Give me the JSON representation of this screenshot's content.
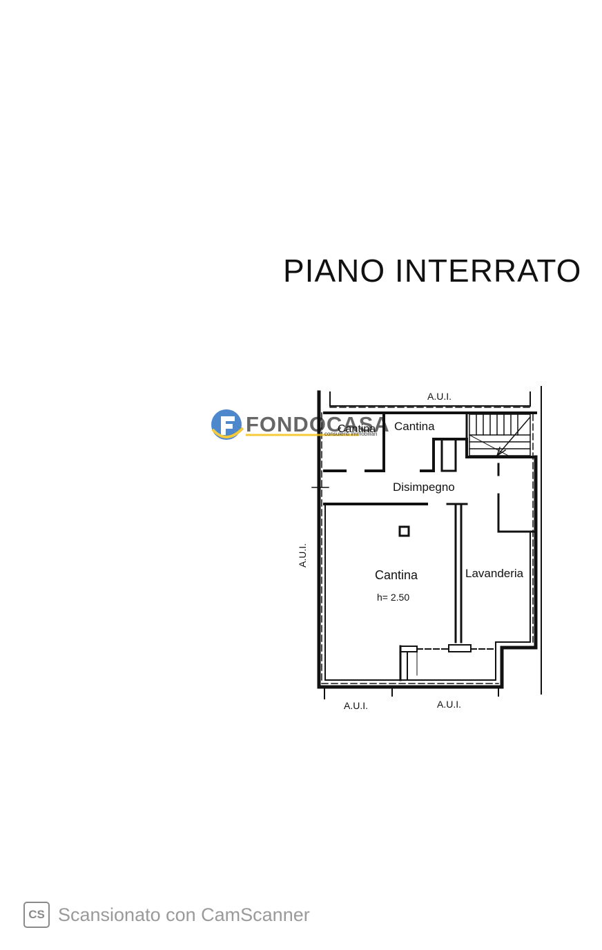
{
  "title": "PIANO INTERRATO",
  "watermark": {
    "brand": "FONDOCASA",
    "tagline": "consulenti immobiliari",
    "color_primary": "#2f73c4",
    "color_accent": "#f4c21a"
  },
  "rooms": {
    "cantina_small": "Cantina",
    "cantina_top": "Cantina",
    "disimpegno": "Disimpegno",
    "cantina_main": "Cantina",
    "cantina_main_height": "h= 2.50",
    "lavanderia": "Lavanderia"
  },
  "boundaries": {
    "top": "A.U.I.",
    "left": "A.U.I.",
    "bottom_left": "A.U.I.",
    "bottom_right": "A.U.I."
  },
  "footer": {
    "logo": "CS",
    "text": "Scansionato con CamScanner"
  }
}
